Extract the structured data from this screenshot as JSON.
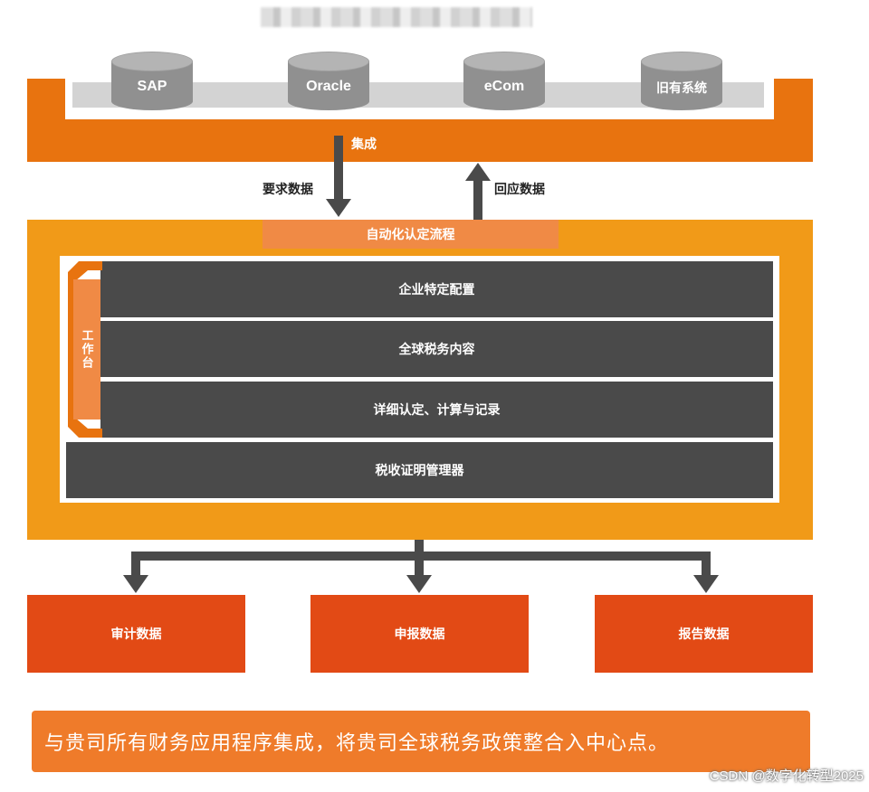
{
  "sources": [
    {
      "label": "SAP"
    },
    {
      "label": "Oracle"
    },
    {
      "label": "eCom"
    },
    {
      "label": "旧有系统"
    }
  ],
  "integration_label": "集成",
  "request_label": "要求数据",
  "response_label": "回应数据",
  "process_label": "自动化认定流程",
  "workbench_label": "工作台",
  "layers": [
    {
      "label": "企业特定配置"
    },
    {
      "label": "全球税务内容"
    },
    {
      "label": "详细认定、计算与记录"
    },
    {
      "label": "税收证明管理器"
    }
  ],
  "outputs": [
    {
      "label": "审计数据"
    },
    {
      "label": "申报数据"
    },
    {
      "label": "报告数据"
    }
  ],
  "banner_text": "与贵司所有财务应用程序集成，将贵司全球税务政策整合入中心点。",
  "watermark": "CSDN @数字化转型2025",
  "colors": {
    "orange": "#e8730f",
    "yellow": "#f19a18",
    "dark_grey": "#4a4a4a",
    "red_orange": "#e24a15",
    "light_orange": "#f08a45"
  }
}
